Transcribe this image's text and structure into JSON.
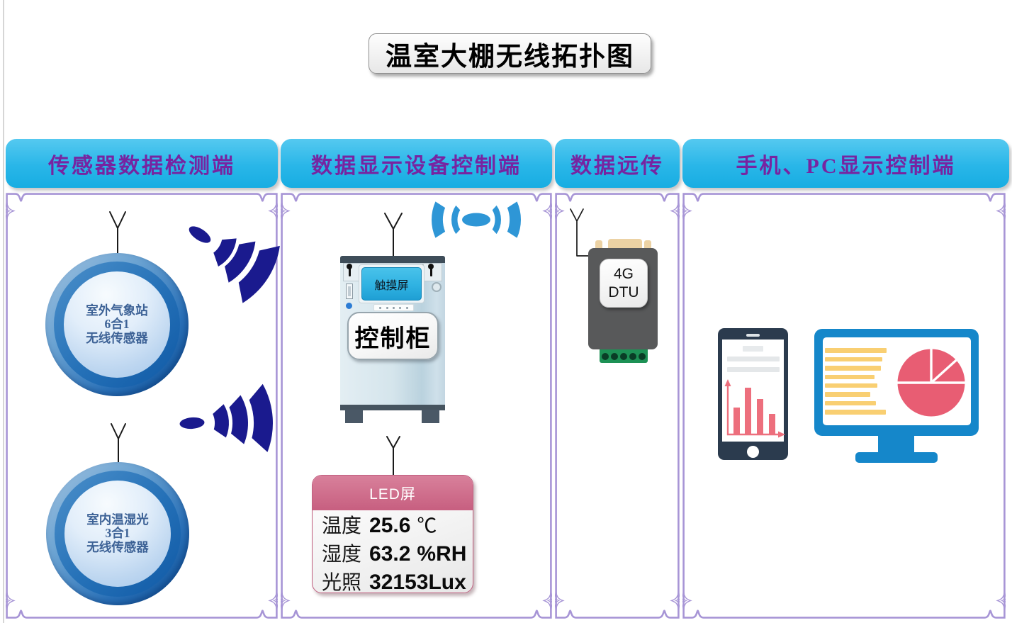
{
  "title": "温室大棚无线拓扑图",
  "columns": [
    {
      "header": "传感器数据检测端"
    },
    {
      "header": "数据显示设备控制端"
    },
    {
      "header": "数据远传"
    },
    {
      "header": "手机、PC显示控制端"
    }
  ],
  "sensors": [
    {
      "lines": [
        "室外气象站",
        "6合1",
        "无线传感器"
      ]
    },
    {
      "lines": [
        "室内温湿光",
        "3合1",
        "无线传感器"
      ]
    }
  ],
  "cabinet": {
    "screen_label": "触摸屏",
    "label": "控制柜"
  },
  "led": {
    "title": "LED屏",
    "rows": [
      {
        "label": "温度",
        "value": "25.6",
        "unit": "℃"
      },
      {
        "label": "湿度",
        "value": "63.2",
        "unit": "%RH"
      },
      {
        "label": "光照",
        "value": "32153",
        "unit": "Lux"
      }
    ]
  },
  "dtu": {
    "line1": "4G",
    "line2": "DTU"
  },
  "colors": {
    "header_top": "#55c9f0",
    "header_bg": "#29b6e8",
    "header_bot": "#17ade2",
    "header_text": "#7724a1",
    "frame": "#a795d6",
    "signal": "#1a1a8e",
    "broadcast": "#2e96d6",
    "led_header": "#cf6e8c",
    "monitor_blue": "#1587ca",
    "pie_pink": "#e85d73",
    "phone_navy": "#2b3b4e",
    "chart_red": "#ed6f7d",
    "text_yellow": "#f9cf72"
  }
}
